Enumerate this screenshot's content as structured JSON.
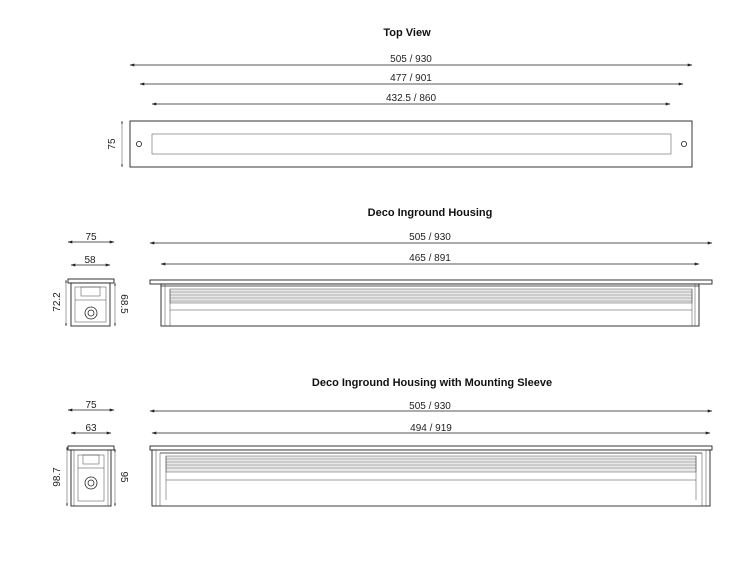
{
  "sections": {
    "top_view": {
      "title": "Top View",
      "dims": [
        "505 / 930",
        "477 / 901",
        "432.5 / 860"
      ],
      "height": "75"
    },
    "housing": {
      "title": "Deco Inground Housing",
      "dims": [
        "505 / 930",
        "465 / 891"
      ],
      "side_width_outer": "75",
      "side_width_inner": "58",
      "side_height_left": "72.2",
      "side_height_right": "68.5"
    },
    "sleeve": {
      "title": "Deco Inground Housing with Mounting Sleeve",
      "dims": [
        "505 / 930",
        "494 / 919"
      ],
      "side_width_outer": "75",
      "side_width_inner": "63",
      "side_height_left": "98.7",
      "side_height_right": "95"
    }
  }
}
